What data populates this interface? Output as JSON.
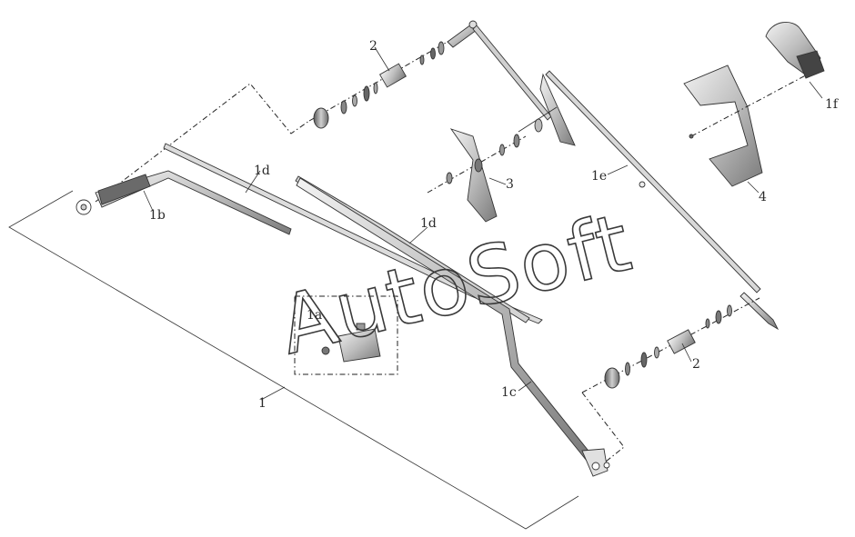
{
  "diagram": {
    "labels": [
      {
        "id": "label-2-top",
        "text": "2"
      },
      {
        "id": "label-2-bottom",
        "text": "2"
      },
      {
        "id": "label-1d-left",
        "text": "1d"
      },
      {
        "id": "label-1d-center",
        "text": "1d"
      },
      {
        "id": "label-1b",
        "text": "1b"
      },
      {
        "id": "label-3",
        "text": "3"
      },
      {
        "id": "label-1e",
        "text": "1e"
      },
      {
        "id": "label-1f",
        "text": "1f"
      },
      {
        "id": "label-4",
        "text": "4"
      },
      {
        "id": "label-1a",
        "text": "1a"
      },
      {
        "id": "label-1c",
        "text": "1c"
      },
      {
        "id": "label-1",
        "text": "1"
      }
    ],
    "watermark": "AutoSoft"
  }
}
